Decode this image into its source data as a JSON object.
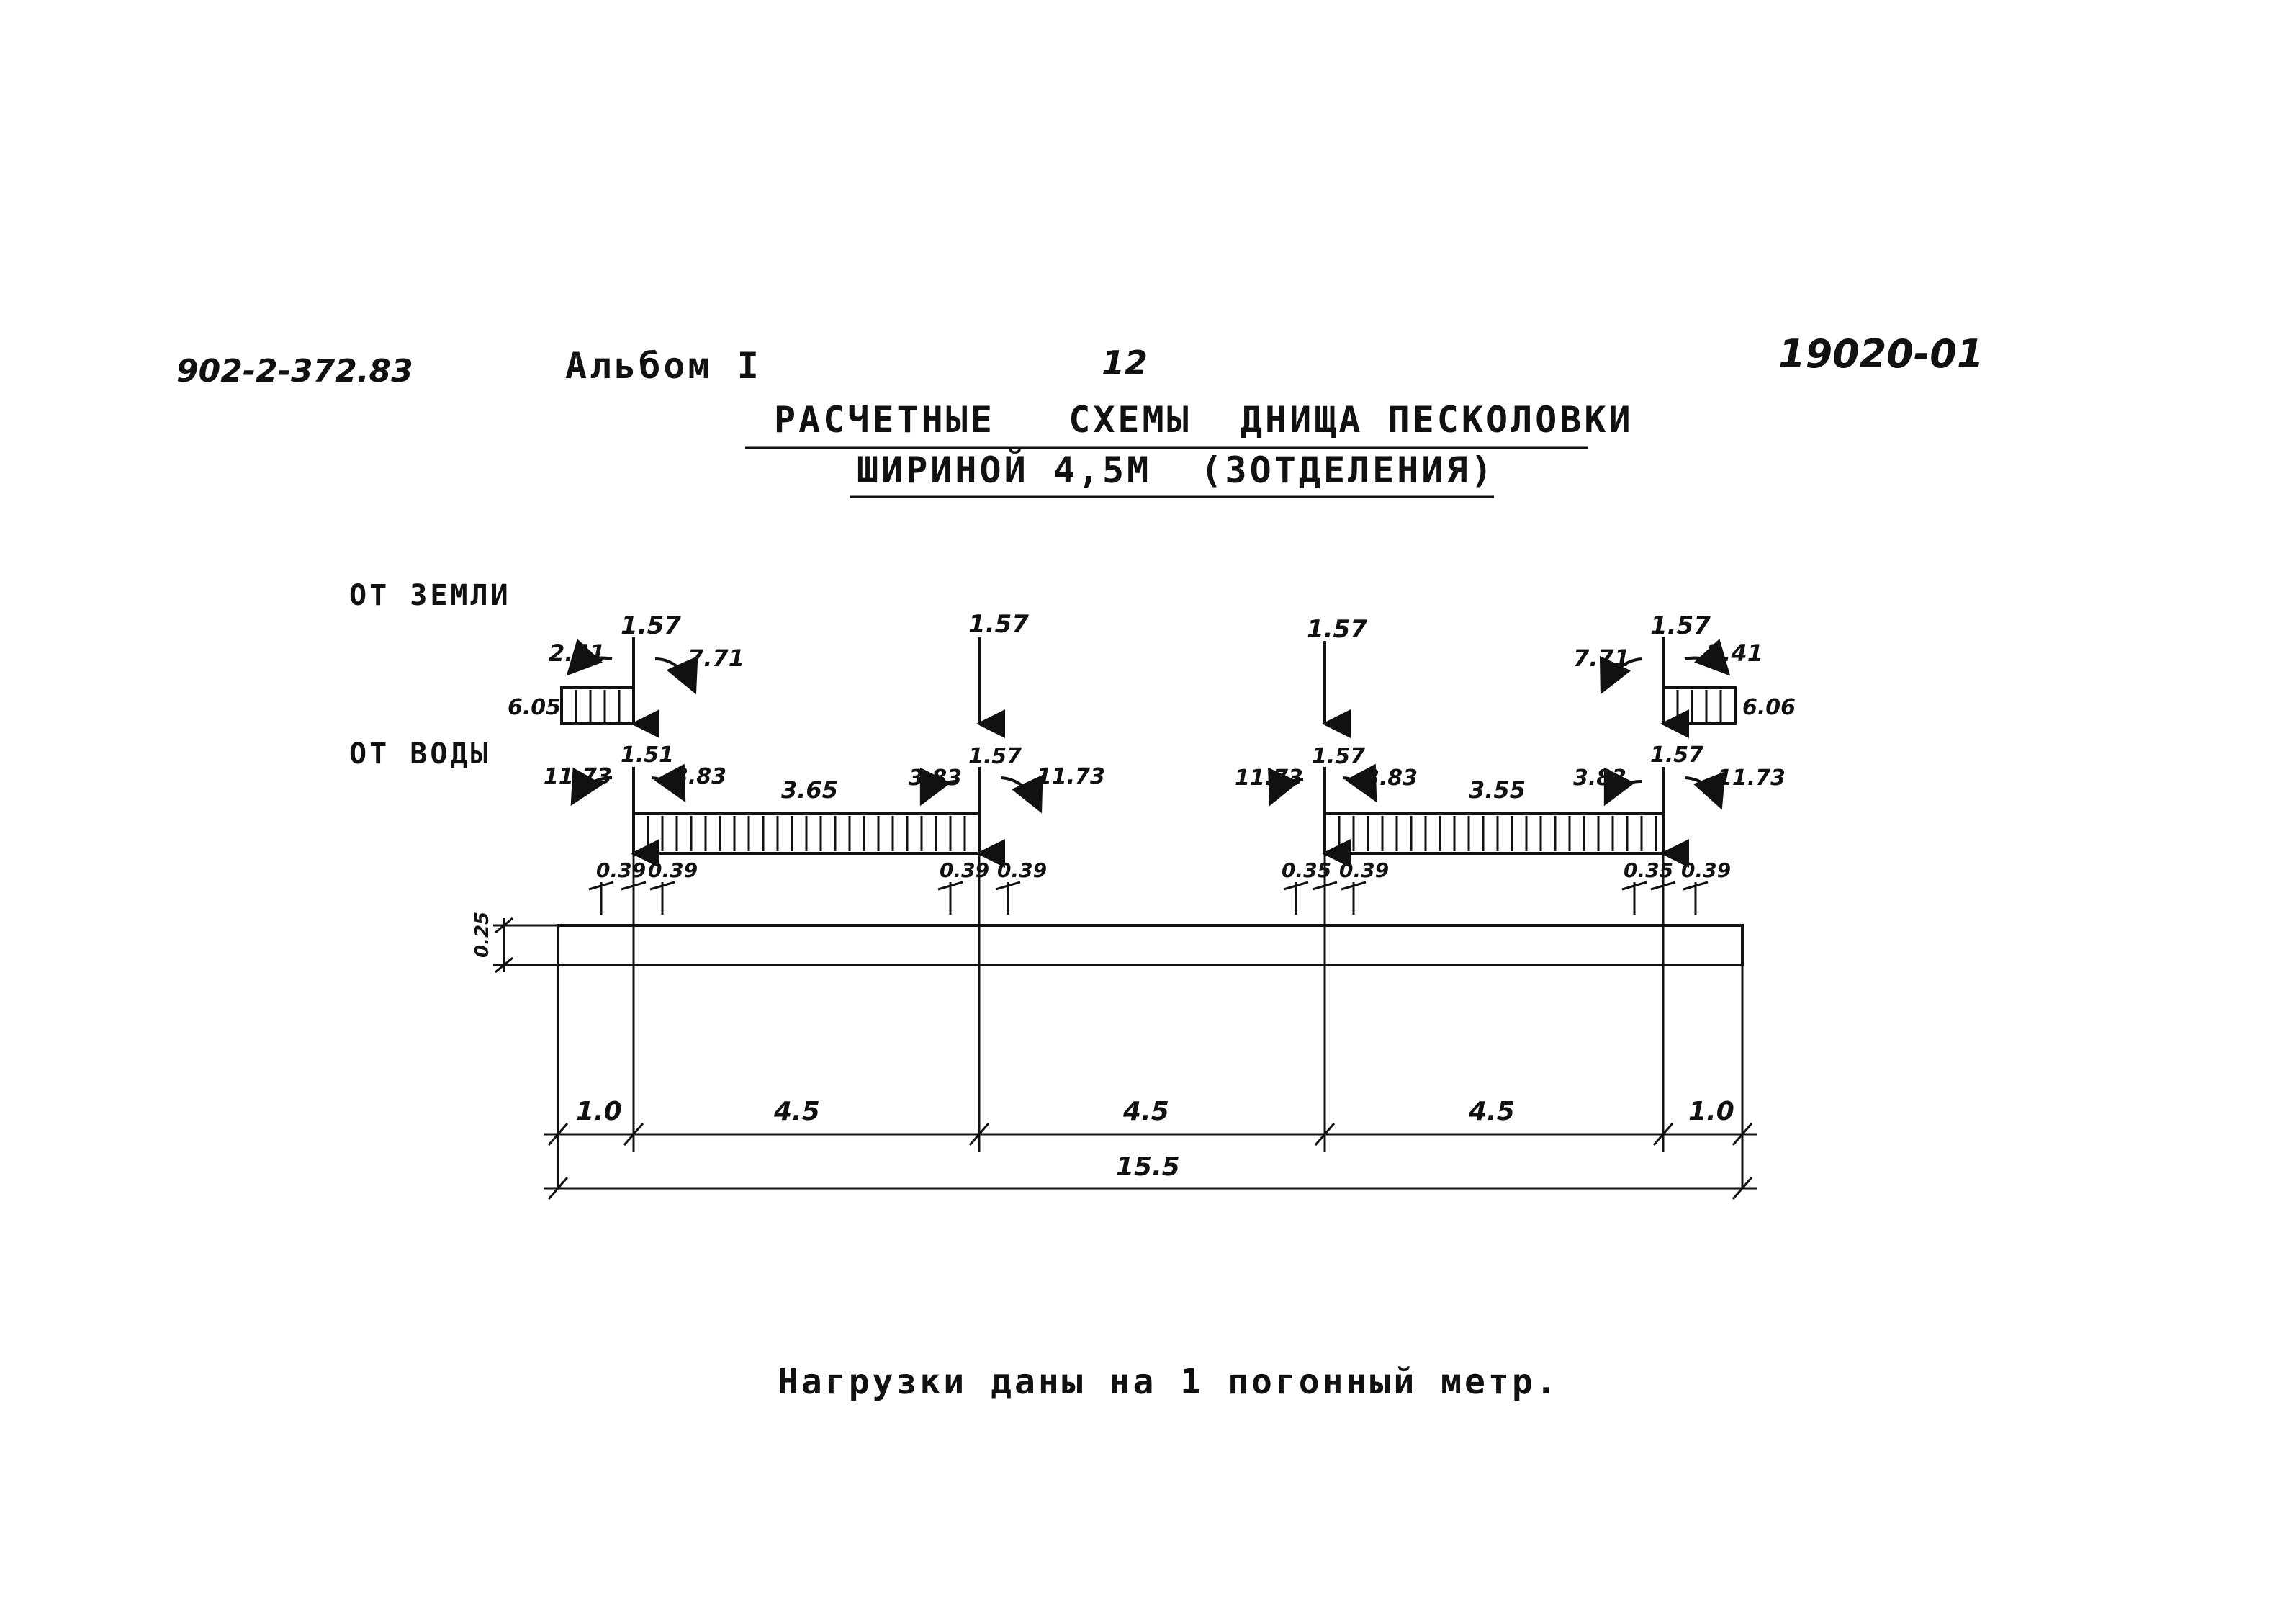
{
  "header": {
    "doc_code": "902-2-372.83",
    "album": "Альбом I",
    "sheet_no": "12",
    "inv_no": "19020-01"
  },
  "title": {
    "line1": "РАСЧЕТНЫЕ   СХЕМЫ  ДНИЩА ПЕСКОЛОВКИ",
    "line2": "ШИРИНОЙ 4,5М  (3ОТДЕЛЕНИЯ)"
  },
  "labels": {
    "from_soil": "ОТ ЗЕМЛИ",
    "from_water": "ОТ ВОДЫ"
  },
  "soil_loads": {
    "left": {
      "force": "1.57",
      "m_out": "2.41",
      "m_in": "7.71",
      "pressure": "6.05"
    },
    "mid1": {
      "force": "1.57"
    },
    "mid2": {
      "force": "1.57"
    },
    "right": {
      "force": "1.57",
      "m_out": "2.41",
      "m_in": "7.71",
      "pressure": "6.06"
    }
  },
  "water_loads": {
    "p1": {
      "force": "1.51",
      "m_out": "11.73",
      "m_in": "3.83"
    },
    "p2": {
      "force": "1.57",
      "m_out": "11.73",
      "m_in": "3.83"
    },
    "p3": {
      "force": "1.57",
      "m_out": "11.73",
      "m_in": "3.83"
    },
    "p4": {
      "force": "1.57",
      "m_out": "11.73",
      "m_in": "3.83"
    },
    "span1_load": "3.65",
    "span3_load": "3.55"
  },
  "offsets": {
    "value": "0.39",
    "alt": "0.35"
  },
  "slab": {
    "thickness": "0.25"
  },
  "dims": {
    "cant_left": "1.0",
    "span1": "4.5",
    "span2": "4.5",
    "span3": "4.5",
    "cant_right": "1.0",
    "total": "15.5"
  },
  "footer": {
    "note": "Нагрузки даны на 1 погонный метр."
  }
}
